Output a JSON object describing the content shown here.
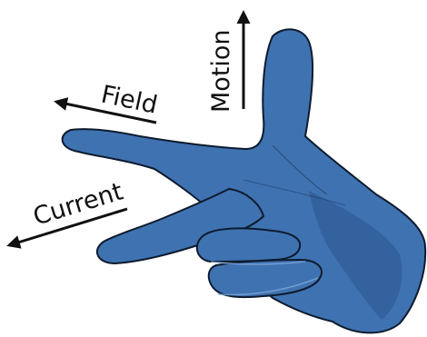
{
  "labels": {
    "motion": "Motion",
    "field": "Field",
    "current": "Current"
  },
  "colors": {
    "hand_fill": "#3f72b1",
    "hand_shadow": "#2b5690",
    "hand_highlight": "#7fa6d6",
    "outline": "#0d1b2e",
    "arrow": "#111111"
  },
  "icons": {
    "hand": "left-hand-icon"
  }
}
